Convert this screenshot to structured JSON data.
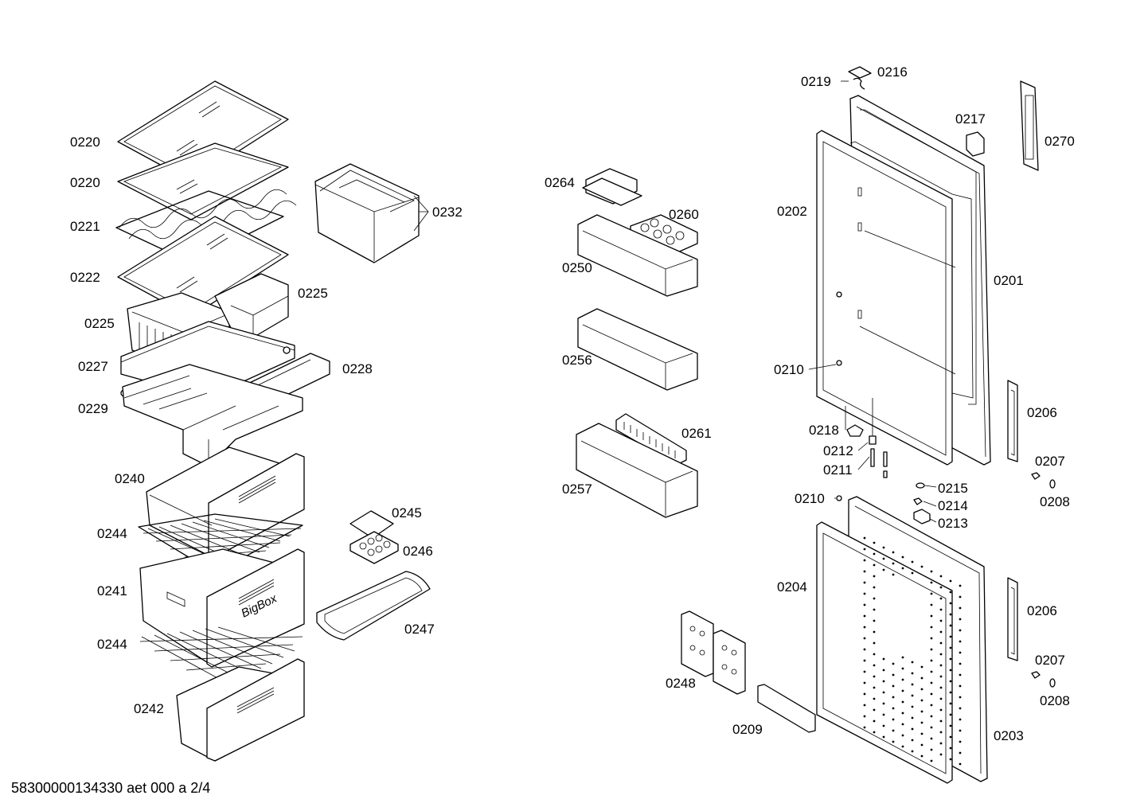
{
  "document_id": "58300000134330 aet 000 a 2/4",
  "labels": {
    "l0220a": "0220",
    "l0220b": "0220",
    "l0221": "0221",
    "l0222": "0222",
    "l0225a": "0225",
    "l0225b": "0225",
    "l0227": "0227",
    "l0228": "0228",
    "l0229": "0229",
    "l0232": "0232",
    "l0240": "0240",
    "l0244a": "0244",
    "l0241": "0241",
    "l0244b": "0244",
    "l0242": "0242",
    "l0245": "0245",
    "l0246": "0246",
    "l0247": "0247",
    "l0264": "0264",
    "l0260": "0260",
    "l0250": "0250",
    "l0256": "0256",
    "l0261": "0261",
    "l0257": "0257",
    "l0219": "0219",
    "l0216": "0216",
    "l0217": "0217",
    "l0270": "0270",
    "l0202": "0202",
    "l0201": "0201",
    "l0210a": "0210",
    "l0218": "0218",
    "l0212": "0212",
    "l0211": "0211",
    "l0206a": "0206",
    "l0207a": "0207",
    "l0208a": "0208",
    "l0215": "0215",
    "l0210b": "0210",
    "l0214": "0214",
    "l0213": "0213",
    "l0204": "0204",
    "l0206b": "0206",
    "l0207b": "0207",
    "l0208b": "0208",
    "l0248": "0248",
    "l0209": "0209",
    "l0203": "0203"
  },
  "drawer_text": "BigBox"
}
